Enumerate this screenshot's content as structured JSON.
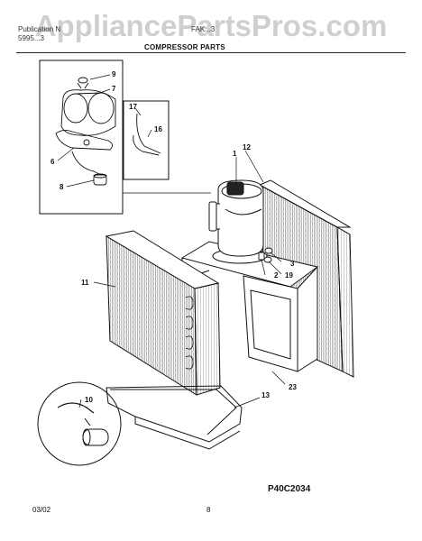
{
  "header": {
    "publication_label": "Publication N",
    "publication_number": "5995...3",
    "model": "FAK...3"
  },
  "watermark": "AppliancePartsPros.com",
  "section_title": "COMPRESSOR PARTS",
  "callouts": [
    "9",
    "7",
    "6",
    "8",
    "17",
    "16",
    "1",
    "12",
    "11",
    "3",
    "19",
    "2",
    "23",
    "13",
    "10"
  ],
  "figure_code": "P40C2034",
  "footer": {
    "date": "03/02",
    "page": "8"
  },
  "colors": {
    "line": "#111111",
    "watermark": "#8c8c8c"
  }
}
